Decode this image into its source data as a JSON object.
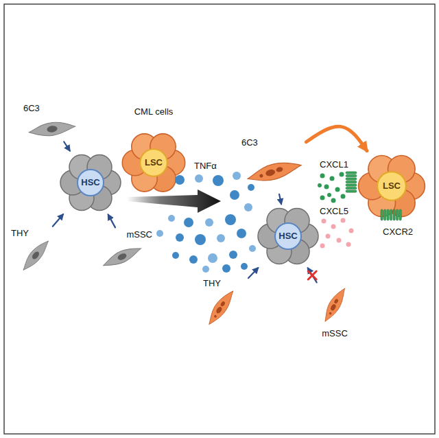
{
  "diagram": {
    "nodes": [
      {
        "text": [
          "6C3"
        ]
      },
      {
        "text": [
          "HSC"
        ]
      },
      {
        "text": [
          "THY"
        ]
      },
      {
        "text": [
          "mSSC"
        ]
      },
      {
        "text": [
          "CML cells"
        ]
      },
      {
        "text": [
          "LSC"
        ],
        "in": 4
      },
      {
        "text": [
          "6C3"
        ]
      },
      {
        "text": [
          "HSC"
        ]
      },
      {
        "text": [
          "THY"
        ]
      },
      {
        "text": [
          "mSSC"
        ]
      },
      {
        "text": [
          "LSC"
        ]
      }
    ],
    "edges": [
      {
        "from": 0,
        "to": 1,
        "arrow": "to"
      },
      {
        "from": 2,
        "to": 1,
        "arrow": "to"
      },
      {
        "from": 3,
        "to": 1,
        "arrow": "to"
      },
      {
        "from": 6,
        "to": 7,
        "arrow": "to"
      },
      {
        "from": 8,
        "to": 7,
        "arrow": "to"
      },
      {
        "from": 9,
        "to": 7,
        "arrow": "to"
      },
      {
        "from": 6,
        "to": 10,
        "arrow": "to"
      }
    ],
    "labels": [
      "TNFα",
      "CXCL1",
      "CXCL5",
      "CXCR2"
    ]
  }
}
